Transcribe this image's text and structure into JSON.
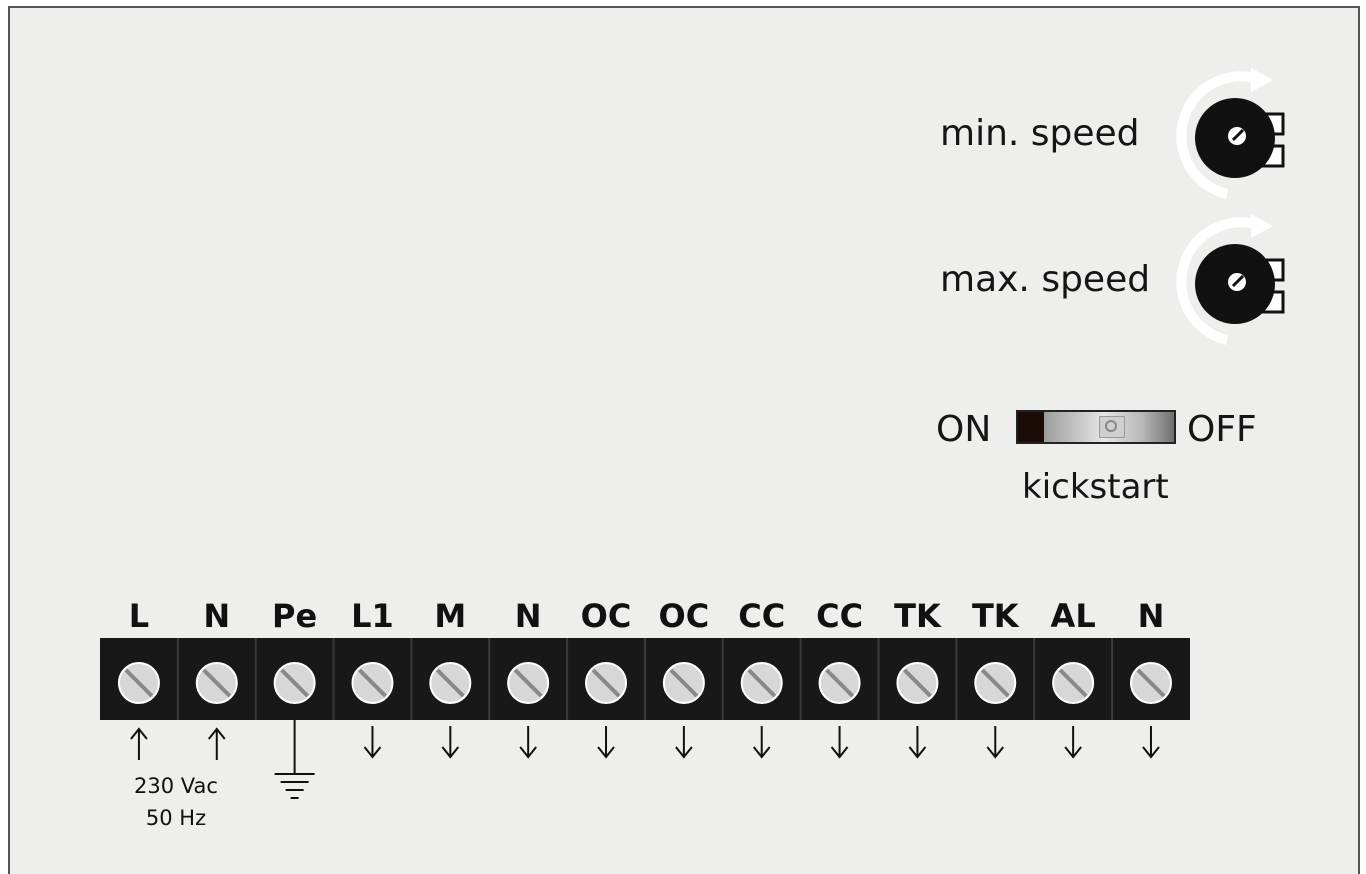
{
  "controls": {
    "min_speed_label": "min. speed",
    "max_speed_label": "max. speed",
    "switch": {
      "on_label": "ON",
      "off_label": "OFF",
      "name_label": "kickstart",
      "position": 0.6
    }
  },
  "terminals": [
    {
      "label": "L",
      "connector": "input-arrow"
    },
    {
      "label": "N",
      "connector": "input-arrow"
    },
    {
      "label": "Pe",
      "connector": "ground"
    },
    {
      "label": "L1",
      "connector": "output-arrow"
    },
    {
      "label": "M",
      "connector": "output-arrow"
    },
    {
      "label": "N",
      "connector": "output-arrow"
    },
    {
      "label": "OC",
      "connector": "output-arrow"
    },
    {
      "label": "OC",
      "connector": "output-arrow"
    },
    {
      "label": "CC",
      "connector": "output-arrow"
    },
    {
      "label": "CC",
      "connector": "output-arrow"
    },
    {
      "label": "TK",
      "connector": "output-arrow"
    },
    {
      "label": "TK",
      "connector": "output-arrow"
    },
    {
      "label": "AL",
      "connector": "output-arrow"
    },
    {
      "label": "N",
      "connector": "output-arrow"
    }
  ],
  "power_note": {
    "voltage": "230 Vac",
    "frequency": "50 Hz"
  },
  "colors": {
    "panel": "#eeeeed",
    "terminal_block": "#181818",
    "switch_on_fill": "#1b0c07"
  }
}
